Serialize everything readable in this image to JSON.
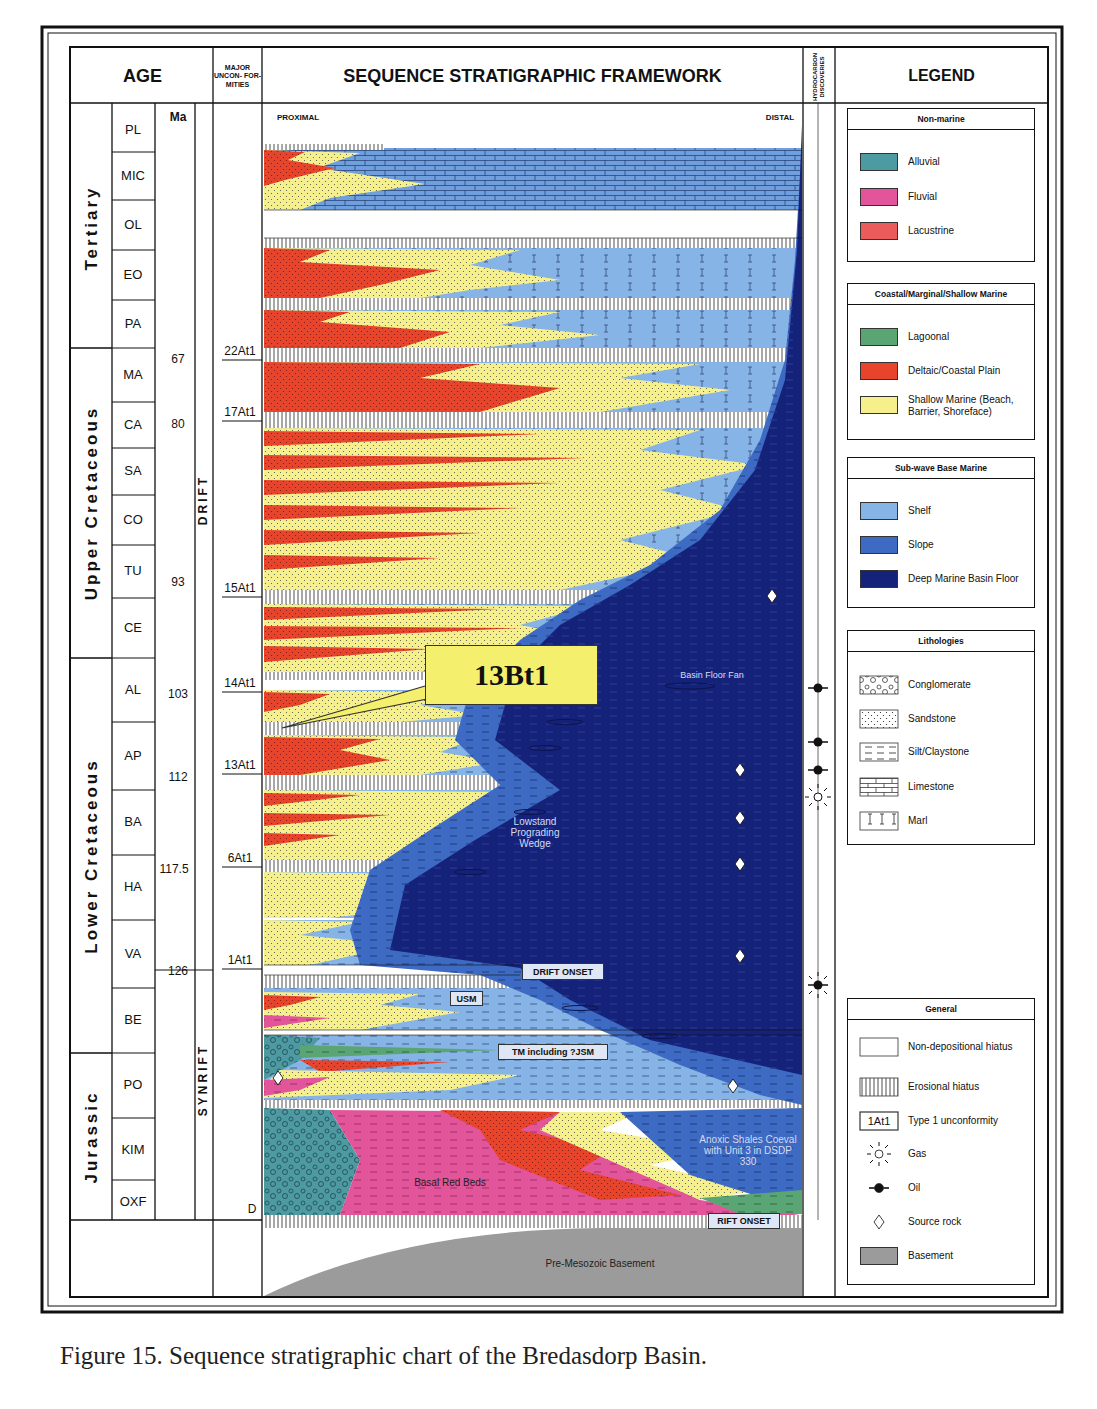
{
  "diagram": {
    "caption": "Figure 15. Sequence stratigraphic chart of the Bredasdorp Basin.",
    "nodes": [
      {
        "text": [
          "AGE"
        ]
      },
      {
        "text": [
          "MAJOR UNCON- FOR- MITIES"
        ]
      },
      {
        "text": [
          "SEQUENCE STRATIGRAPHIC FRAMEWORK"
        ]
      },
      {
        "text": [
          "HYDROCARBON DISCOVERIES"
        ]
      },
      {
        "text": [
          "LEGEND"
        ]
      },
      {
        "text": [
          "Non-marine"
        ]
      },
      {
        "text": [
          "Coastal/Marginal/Shallow Marine"
        ]
      },
      {
        "text": [
          "Sub-wave Base Marine"
        ]
      },
      {
        "text": [
          "Lithologies"
        ]
      },
      {
        "text": [
          "General"
        ]
      },
      {
        "text": [
          "13Bt1"
        ]
      },
      {
        "text": [
          "DRIFT ONSET"
        ]
      },
      {
        "text": [
          "USM"
        ]
      },
      {
        "text": [
          "TM including ?JSM"
        ]
      },
      {
        "text": [
          "RIFT ONSET"
        ]
      }
    ],
    "labels": [
      "Ma",
      "PROXIMAL",
      "DISTAL",
      "Tertiary",
      "Upper Cretaceous",
      "Lower Cretaceous",
      "Jurassic",
      "PL",
      "MIC",
      "OL",
      "EO",
      "PA",
      "MA",
      "CA",
      "SA",
      "CO",
      "TU",
      "CE",
      "AL",
      "AP",
      "BA",
      "HA",
      "VA",
      "BE",
      "PO",
      "KIM",
      "OXF",
      "67",
      "80",
      "93",
      "103",
      "112",
      "117.5",
      "126",
      "22At1",
      "17At1",
      "15At1",
      "14At1",
      "13At1",
      "6At1",
      "1At1",
      "D",
      "DRIFT",
      "SYNRIFT",
      "Basin Floor Fan",
      "Lowstand Prograding Wedge",
      "Anoxic Shales Coeval with Unit 3 in DSDP 330",
      "Basal Red Beds",
      "Pre-Mesozoic Basement",
      "1At1"
    ],
    "legend": [
      {
        "text": "Alluvial",
        "color": "#4e9aa3"
      },
      {
        "text": "Fluvial",
        "color": "#e2559a"
      },
      {
        "text": "Lacustrine",
        "color": "#ec5b5b"
      },
      {
        "text": "Lagoonal",
        "color": "#5aa574"
      },
      {
        "text": "Deltaic/Coastal Plain",
        "color": "#e8432b"
      },
      {
        "text": "Shallow Marine (Beach, Barrier, Shoreface)",
        "color": "#f6f08c"
      },
      {
        "text": "Shelf",
        "color": "#86b4e6"
      },
      {
        "text": "Slope",
        "color": "#3d6ac2"
      },
      {
        "text": "Deep Marine Basin Floor",
        "color": "#15227a"
      },
      {
        "text": "Conglomerate"
      },
      {
        "text": "Sandstone"
      },
      {
        "text": "Silt/Claystone"
      },
      {
        "text": "Limestone"
      },
      {
        "text": "Marl"
      },
      {
        "text": "Non-depositional hiatus"
      },
      {
        "text": "Erosional hiatus"
      },
      {
        "text": "Type 1 unconformity"
      },
      {
        "text": "Gas"
      },
      {
        "text": "Oil"
      },
      {
        "text": "Source rock"
      },
      {
        "text": "Basement",
        "color": "#9b9b9b"
      }
    ]
  }
}
